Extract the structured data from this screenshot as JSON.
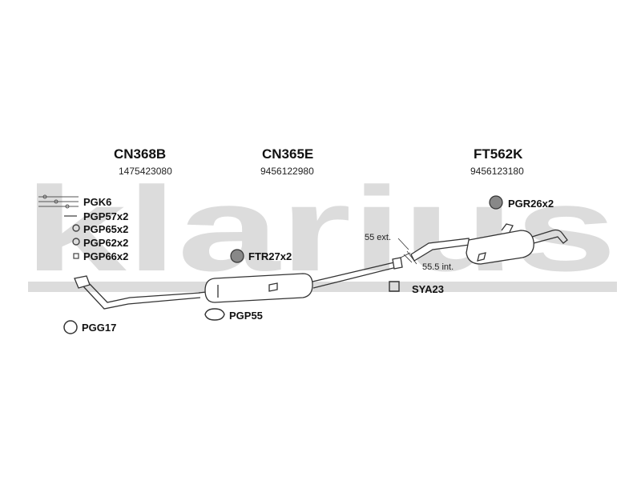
{
  "watermark": {
    "text": "klarius",
    "color": "#d9d9d9"
  },
  "parts": [
    {
      "code": "CN368B",
      "number": "1475423080"
    },
    {
      "code": "CN365E",
      "number": "9456122980"
    },
    {
      "code": "FT562K",
      "number": "9456123180"
    }
  ],
  "fittings": {
    "pgk6": "PGK6",
    "pgp57": "PGP57x2",
    "pgp65": "PGP65x2",
    "pgp62": "PGP62x2",
    "pgp66": "PGP66x2",
    "pgg17": "PGG17",
    "ftr27": "FTR27x2",
    "pgp55": "PGP55",
    "sya23": "SYA23",
    "pgr26": "PGR26x2"
  },
  "notes": {
    "ext": "55 ext.",
    "int": "55.5 int."
  }
}
